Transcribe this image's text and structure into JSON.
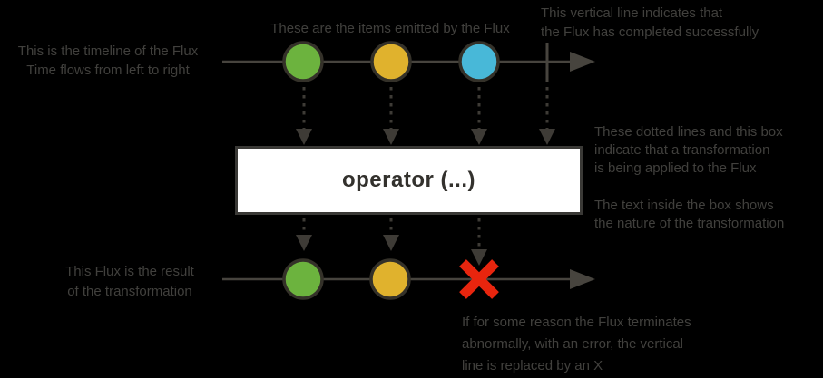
{
  "colors": {
    "background": "#000000",
    "annotation_text": "#41403d",
    "timeline": "#47443e",
    "dotted_line": "#3e3b36",
    "marble_green": "#6cb33e",
    "marble_yellow": "#e0b22d",
    "marble_blue": "#48b8d8",
    "marble_border": "#343129",
    "operator_box_bg": "#ffffff",
    "operator_box_border": "#3a3936",
    "operator_text": "#33312d",
    "error_red": "#e8250e"
  },
  "annotations": {
    "timeline": {
      "lines": [
        "This is the timeline of the Flux",
        "Time flows from left to right"
      ]
    },
    "items": {
      "lines": [
        "These are the items emitted by the Flux"
      ]
    },
    "complete": {
      "lines": [
        "This vertical line indicates that",
        "the Flux has completed successfully"
      ]
    },
    "transformation": {
      "lines": [
        "These dotted lines and this box",
        "indicate that a transformation",
        "is being applied to the Flux"
      ]
    },
    "box_text": {
      "lines": [
        "The text inside the box shows",
        "the nature of the transformation"
      ]
    },
    "result": {
      "lines": [
        "This Flux is the result",
        "of the transformation"
      ]
    },
    "error": {
      "lines": [
        "If for some reason the Flux terminates",
        "abnormally, with an error, the vertical",
        "line is replaced by an X"
      ]
    }
  },
  "operator": {
    "label": "operator (...)"
  },
  "diagram": {
    "source_flux": {
      "marbles": [
        "green",
        "yellow",
        "blue"
      ],
      "terminal": "complete"
    },
    "result_flux": {
      "marbles": [
        "green",
        "yellow"
      ],
      "terminal": "error"
    }
  }
}
